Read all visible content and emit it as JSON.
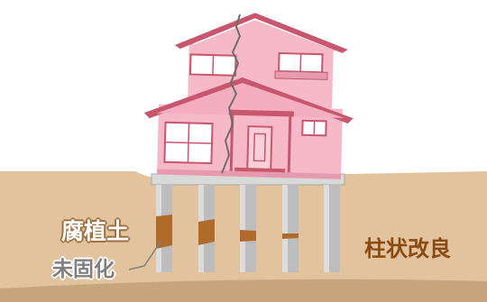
{
  "labels": {
    "peat_soil": "腐植土",
    "unsolidified": "未固化",
    "method": "柱状改良"
  },
  "colors": {
    "house_pink": "#f6b9c8",
    "roof_dark_pink": "#c8566e",
    "window_blue": "#ffffff",
    "ground_tan": "#e2c39d",
    "ground_bottom": "#c4a07a",
    "column_gray": "#b8b8b8",
    "peat_brown": "#b06a2a",
    "method_text": "#8a4a10"
  },
  "icons": {
    "crack": "crack-line"
  }
}
